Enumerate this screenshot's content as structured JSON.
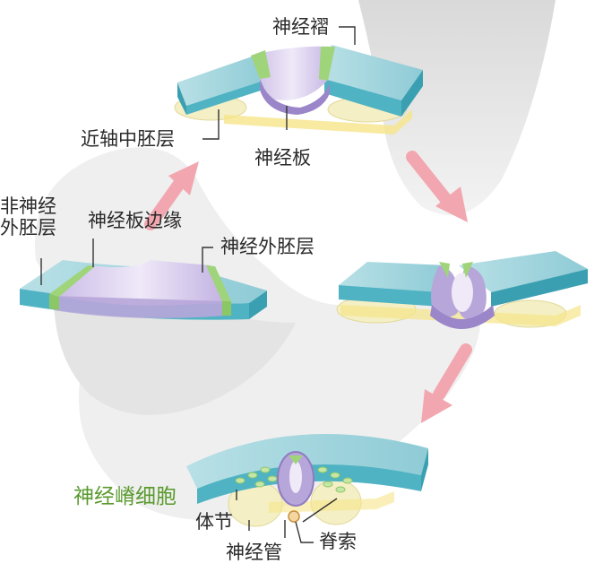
{
  "labels": {
    "neural_fold": "神经褶",
    "paraxial_mesoderm": "近轴中胚层",
    "neural_plate": "神经板",
    "non_neural_ectoderm_line1": "非神经",
    "non_neural_ectoderm_line2": "外胚层",
    "neural_plate_border": "神经板边缘",
    "neural_ectoderm": "神经外胚层",
    "neural_crest_cells": "神经嵴细胞",
    "somite": "体节",
    "neural_tube": "神经管",
    "notochord": "脊索"
  },
  "colors": {
    "ectoderm_top": "#a8d8df",
    "ectoderm_side": "#4fb3c3",
    "neural_plate": "#b7a6d9",
    "neural_plate_dark": "#9a86c8",
    "border_green": "#9fd47a",
    "mesoderm": "#f4efc4",
    "arrow_pink": "#f2a7b0",
    "background_gray": "#e6e6e6",
    "crest_label": "#5a9a2e"
  }
}
